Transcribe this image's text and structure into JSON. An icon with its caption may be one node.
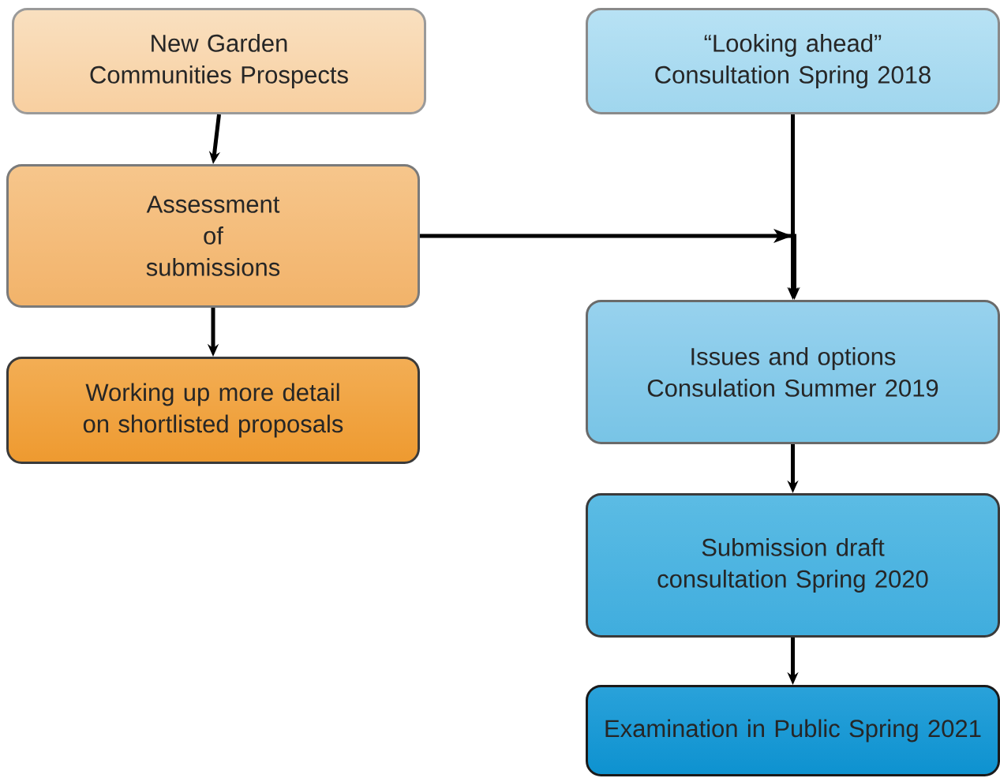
{
  "diagram": {
    "nodes": [
      {
        "text": [
          "New Garden Communities Prospects"
        ]
      },
      {
        "text": [
          "Assessment of submissions"
        ]
      },
      {
        "text": [
          "Working up more detail on shortlisted proposals"
        ]
      },
      {
        "text": [
          "“Looking ahead” Consultation Spring 2018"
        ]
      },
      {
        "text": [
          "Issues and options Consulation Summer 2019"
        ]
      },
      {
        "text": [
          "Submission draft consultation Spring 2020"
        ]
      },
      {
        "text": [
          "Examination in Public Spring 2021"
        ]
      }
    ],
    "edges": [
      {
        "from": 0,
        "to": 1,
        "arrow": "to"
      },
      {
        "from": 1,
        "to": 2,
        "arrow": "to"
      },
      {
        "from": 1,
        "to": 4,
        "arrow": "to"
      },
      {
        "from": 3,
        "to": 4,
        "arrow": "to"
      },
      {
        "from": 4,
        "to": 5,
        "arrow": "to"
      },
      {
        "from": 5,
        "to": 6,
        "arrow": "to"
      }
    ]
  }
}
